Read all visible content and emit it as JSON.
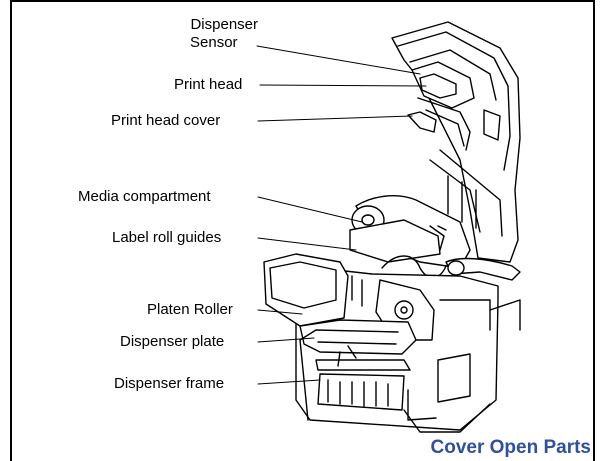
{
  "labels": {
    "dispenser_sensor_line1": "Dispenser",
    "dispenser_sensor_line2": "Sensor",
    "print_head": "Print head",
    "print_head_cover": "Print head cover",
    "media_compartment": "Media compartment",
    "label_roll_guides": "Label roll guides",
    "platen_roller": "Platen Roller",
    "dispenser_plate": "Dispenser plate",
    "dispenser_frame": "Dispenser frame"
  },
  "caption": "Cover Open Parts",
  "colors": {
    "caption": "#2f4f9f",
    "outline": "#000000"
  }
}
